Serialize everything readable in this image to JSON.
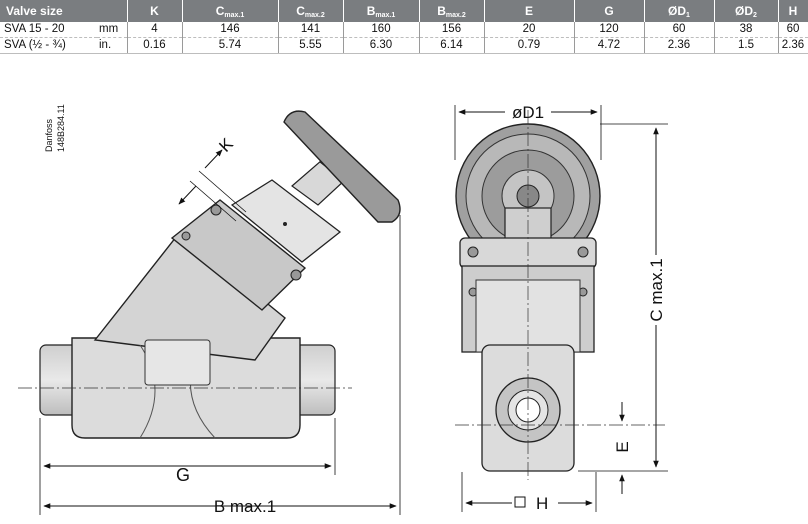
{
  "table": {
    "headers": [
      {
        "main": "Valve size",
        "sub": ""
      },
      {
        "main": "K",
        "sub": ""
      },
      {
        "main": "C",
        "sub": "max.1"
      },
      {
        "main": "C",
        "sub": "max.2"
      },
      {
        "main": "B",
        "sub": "max.1"
      },
      {
        "main": "B",
        "sub": "max.2"
      },
      {
        "main": "E",
        "sub": ""
      },
      {
        "main": "G",
        "sub": ""
      },
      {
        "main": "ØD",
        "sub": "1"
      },
      {
        "main": "ØD",
        "sub": "2"
      },
      {
        "main": "H",
        "sub": ""
      }
    ],
    "rows": [
      {
        "label": "SVA 15 - 20",
        "unit": "mm",
        "values": [
          "4",
          "146",
          "141",
          "160",
          "156",
          "20",
          "120",
          "60",
          "38",
          "60"
        ]
      },
      {
        "label": "SVA (½ - ¾)",
        "unit": "in.",
        "values": [
          "0.16",
          "5.74",
          "5.55",
          "6.30",
          "6.14",
          "0.79",
          "4.72",
          "2.36",
          "1.5",
          "2.36"
        ]
      }
    ]
  },
  "drawing": {
    "side_view": {
      "label_k": "K",
      "label_g": "G",
      "label_b": "B max.1"
    },
    "front_view": {
      "label_d1": "øD1",
      "label_c": "C max.1",
      "label_e": "E",
      "label_h": "H"
    },
    "stamp": {
      "brand": "Danfoss",
      "code": "148B284.11"
    }
  }
}
